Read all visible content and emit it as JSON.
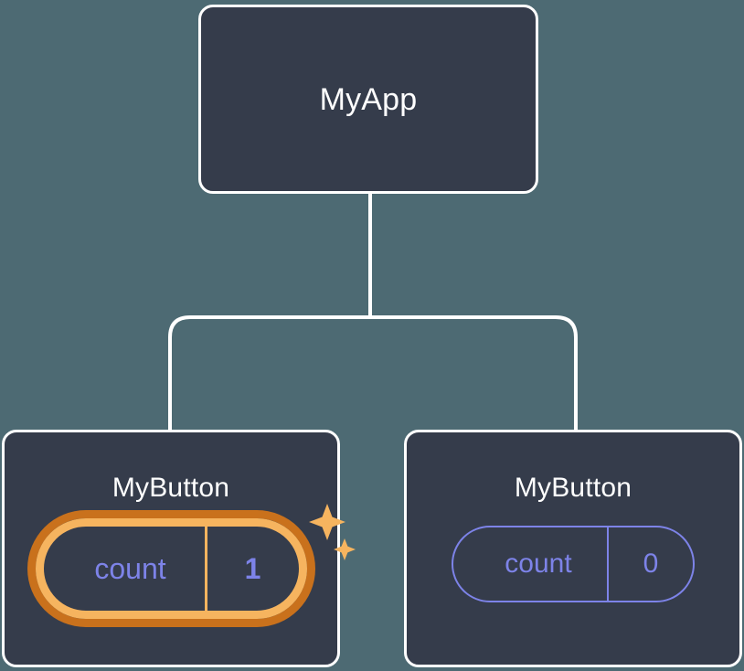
{
  "diagram": {
    "type": "component-tree",
    "background_color": "#4d6a73",
    "node_fill": "#353c4b",
    "node_border": "#ffffff",
    "edge_color": "#ffffff",
    "state_color": "#7d83e8",
    "highlight_inner_color": "#f6b45f",
    "highlight_outer_color": "#c9711c"
  },
  "root": {
    "title": "MyApp"
  },
  "children": [
    {
      "title": "MyButton",
      "state": {
        "key": "count",
        "value": "1"
      },
      "highlighted": true,
      "sparkle_count": 2
    },
    {
      "title": "MyButton",
      "state": {
        "key": "count",
        "value": "0"
      },
      "highlighted": false,
      "sparkle_count": 0
    }
  ]
}
